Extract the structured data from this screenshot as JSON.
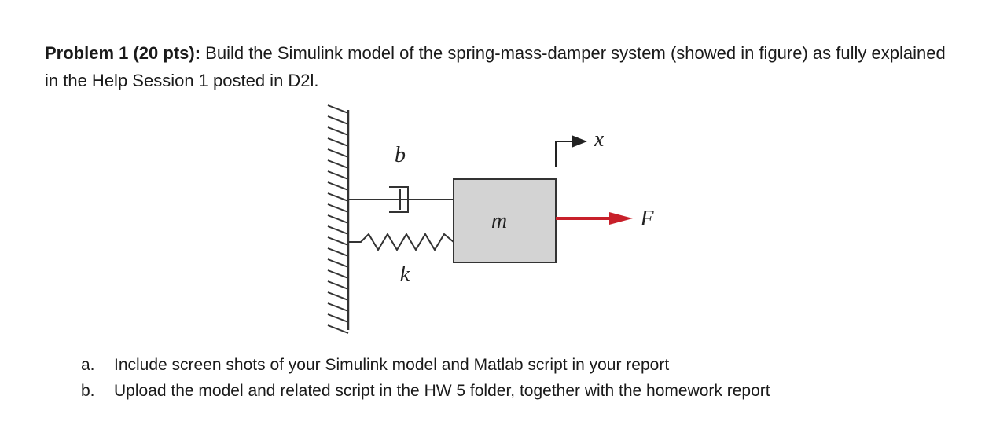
{
  "problem": {
    "heading": "Problem 1 (20 pts):",
    "text": " Build the Simulink model of the spring-mass-damper system (showed in figure) as fully explained in the Help Session 1 posted in D2l."
  },
  "figure": {
    "damper_label": "b",
    "spring_label": "k",
    "mass_label": "m",
    "force_label": "F",
    "displacement_label": "x",
    "colors": {
      "mass_fill": "#d3d3d3",
      "force_arrow": "#c8202a",
      "line": "#333333"
    }
  },
  "tasks": [
    {
      "marker": "a.",
      "text": "Include screen shots of your Simulink model and Matlab script in your report"
    },
    {
      "marker": "b.",
      "text": "Upload the model and related script in the HW 5 folder, together with the homework report"
    }
  ]
}
